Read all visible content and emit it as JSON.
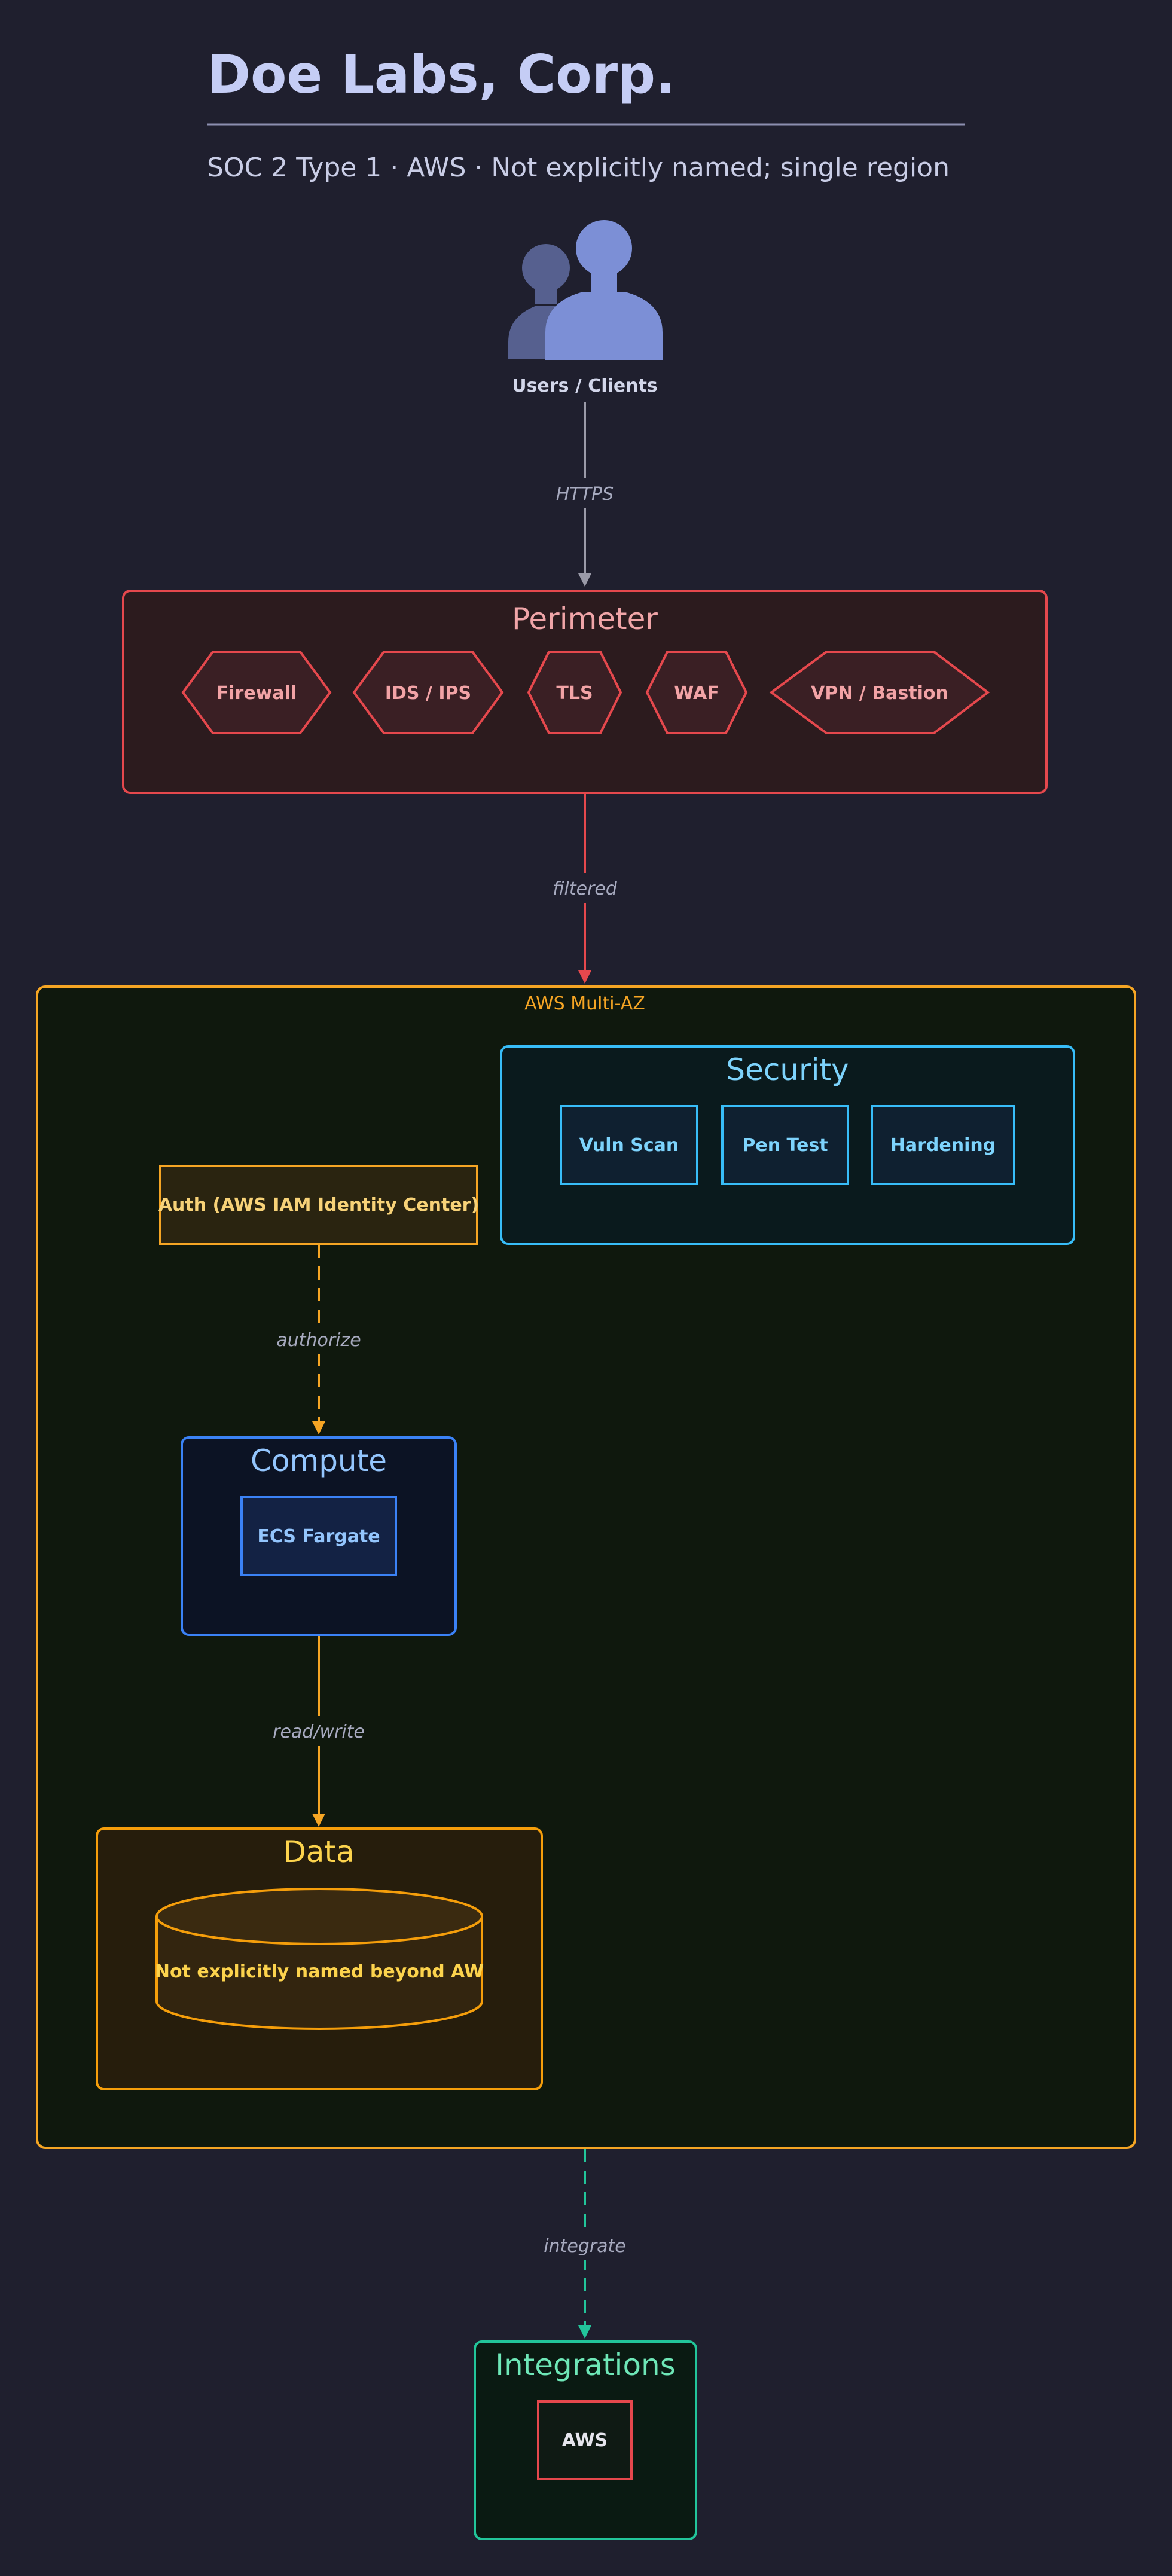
{
  "header": {
    "title": "Doe Labs, Corp.",
    "subtitle": "SOC 2 Type 1 · AWS · Not explicitly named; single region"
  },
  "users": {
    "label": "Users / Clients",
    "icon": "users-icon"
  },
  "edges": {
    "https": "HTTPS",
    "filtered": "filtered",
    "authorize": "authorize",
    "read_write": "read/write",
    "integrate": "integrate"
  },
  "perimeter": {
    "title": "Perimeter",
    "items": [
      "Firewall",
      "IDS / IPS",
      "TLS",
      "WAF",
      "VPN / Bastion"
    ]
  },
  "cloud": {
    "label": "AWS Multi-AZ"
  },
  "security": {
    "title": "Security",
    "items": [
      "Vuln Scan",
      "Pen Test",
      "Hardening"
    ]
  },
  "auth": {
    "label": "Auth (AWS IAM Identity Center)"
  },
  "compute": {
    "title": "Compute",
    "items": [
      "ECS Fargate"
    ]
  },
  "data_group": {
    "title": "Data",
    "db_label": "Not explicitly named beyond AW"
  },
  "integrations": {
    "title": "Integrations",
    "items": [
      "AWS"
    ]
  },
  "colors": {
    "background": "#1f1f2e",
    "perimeter": "#e5484d",
    "cloud": "#f5a524",
    "security": "#38bdf8",
    "compute": "#3b82f6",
    "data": "#f59e0b",
    "integrations": "#22c59a",
    "users": "#7c8fd6"
  }
}
